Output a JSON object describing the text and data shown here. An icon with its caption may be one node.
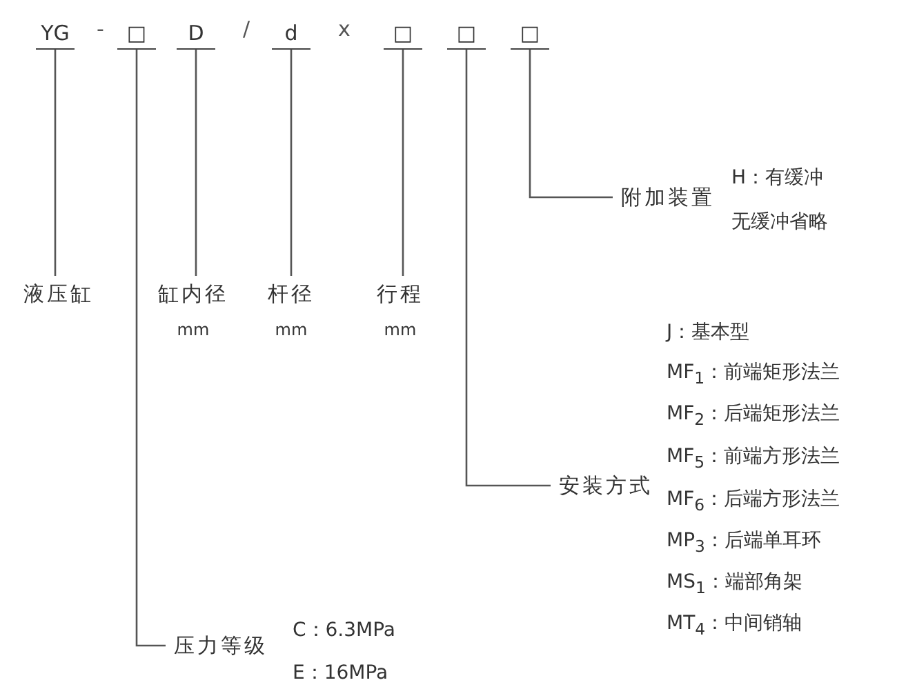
{
  "diagram": {
    "nodes": [
      {
        "text": [
          "YG"
        ]
      },
      {
        "text": [
          "□"
        ]
      },
      {
        "text": [
          "D"
        ]
      },
      {
        "text": [
          "d"
        ]
      },
      {
        "text": [
          "□"
        ]
      },
      {
        "text": [
          "□"
        ]
      },
      {
        "text": [
          "□"
        ]
      },
      {
        "text": [
          "液压缸"
        ]
      },
      {
        "text": [
          "压力等级"
        ],
        "beside": [
          "C：6.3MPa",
          "E：16MPa"
        ]
      },
      {
        "text": [
          "缸内径",
          "mm"
        ]
      },
      {
        "text": [
          "杆径",
          "mm"
        ]
      },
      {
        "text": [
          "行程",
          "mm"
        ]
      },
      {
        "text": [
          "安装方式"
        ],
        "beside": [
          "J：基本型",
          "MF$_{1}$：前端矩形法兰",
          "MF$_{2}$：后端矩形法兰",
          "MF$_{5}$：前端方形法兰",
          "MF$_{6}$：后端方形法兰",
          "MP$_{3}$：后端单耳环",
          "MS$_{1}$：端部角架",
          "MT$_{4}$：中间销轴"
        ]
      },
      {
        "text": [
          "附加装置"
        ],
        "beside": [
          "H：有缓冲",
          "无缓冲省略"
        ]
      }
    ],
    "edges": [
      {
        "from": 0,
        "to": 7,
        "arrow": "none"
      },
      {
        "from": 1,
        "to": 8,
        "arrow": "none"
      },
      {
        "from": 2,
        "to": 9,
        "arrow": "none"
      },
      {
        "from": 3,
        "to": 10,
        "arrow": "none"
      },
      {
        "from": 4,
        "to": 11,
        "arrow": "none"
      },
      {
        "from": 5,
        "to": 12,
        "arrow": "none"
      },
      {
        "from": 6,
        "to": 13,
        "arrow": "none"
      }
    ],
    "labels": [
      "-",
      "/",
      "x"
    ]
  }
}
